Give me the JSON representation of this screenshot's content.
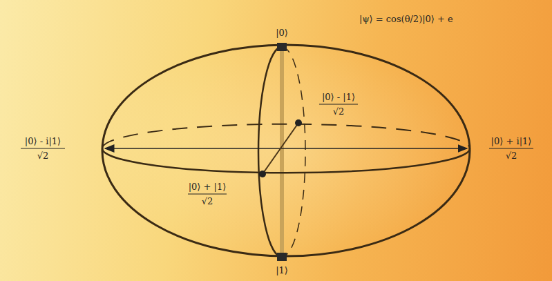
{
  "diagram": {
    "labels": [
      "|ψ⟩ = cos(θ/2)|0⟩ + e",
      "|0⟩",
      "|0⟩ - i|1⟩",
      "√2",
      "|0⟩ + i|1⟩",
      "√2",
      "|0⟩ - |1⟩",
      "√2",
      "|0⟩ + |1⟩",
      "√2",
      "|1⟩"
    ]
  }
}
